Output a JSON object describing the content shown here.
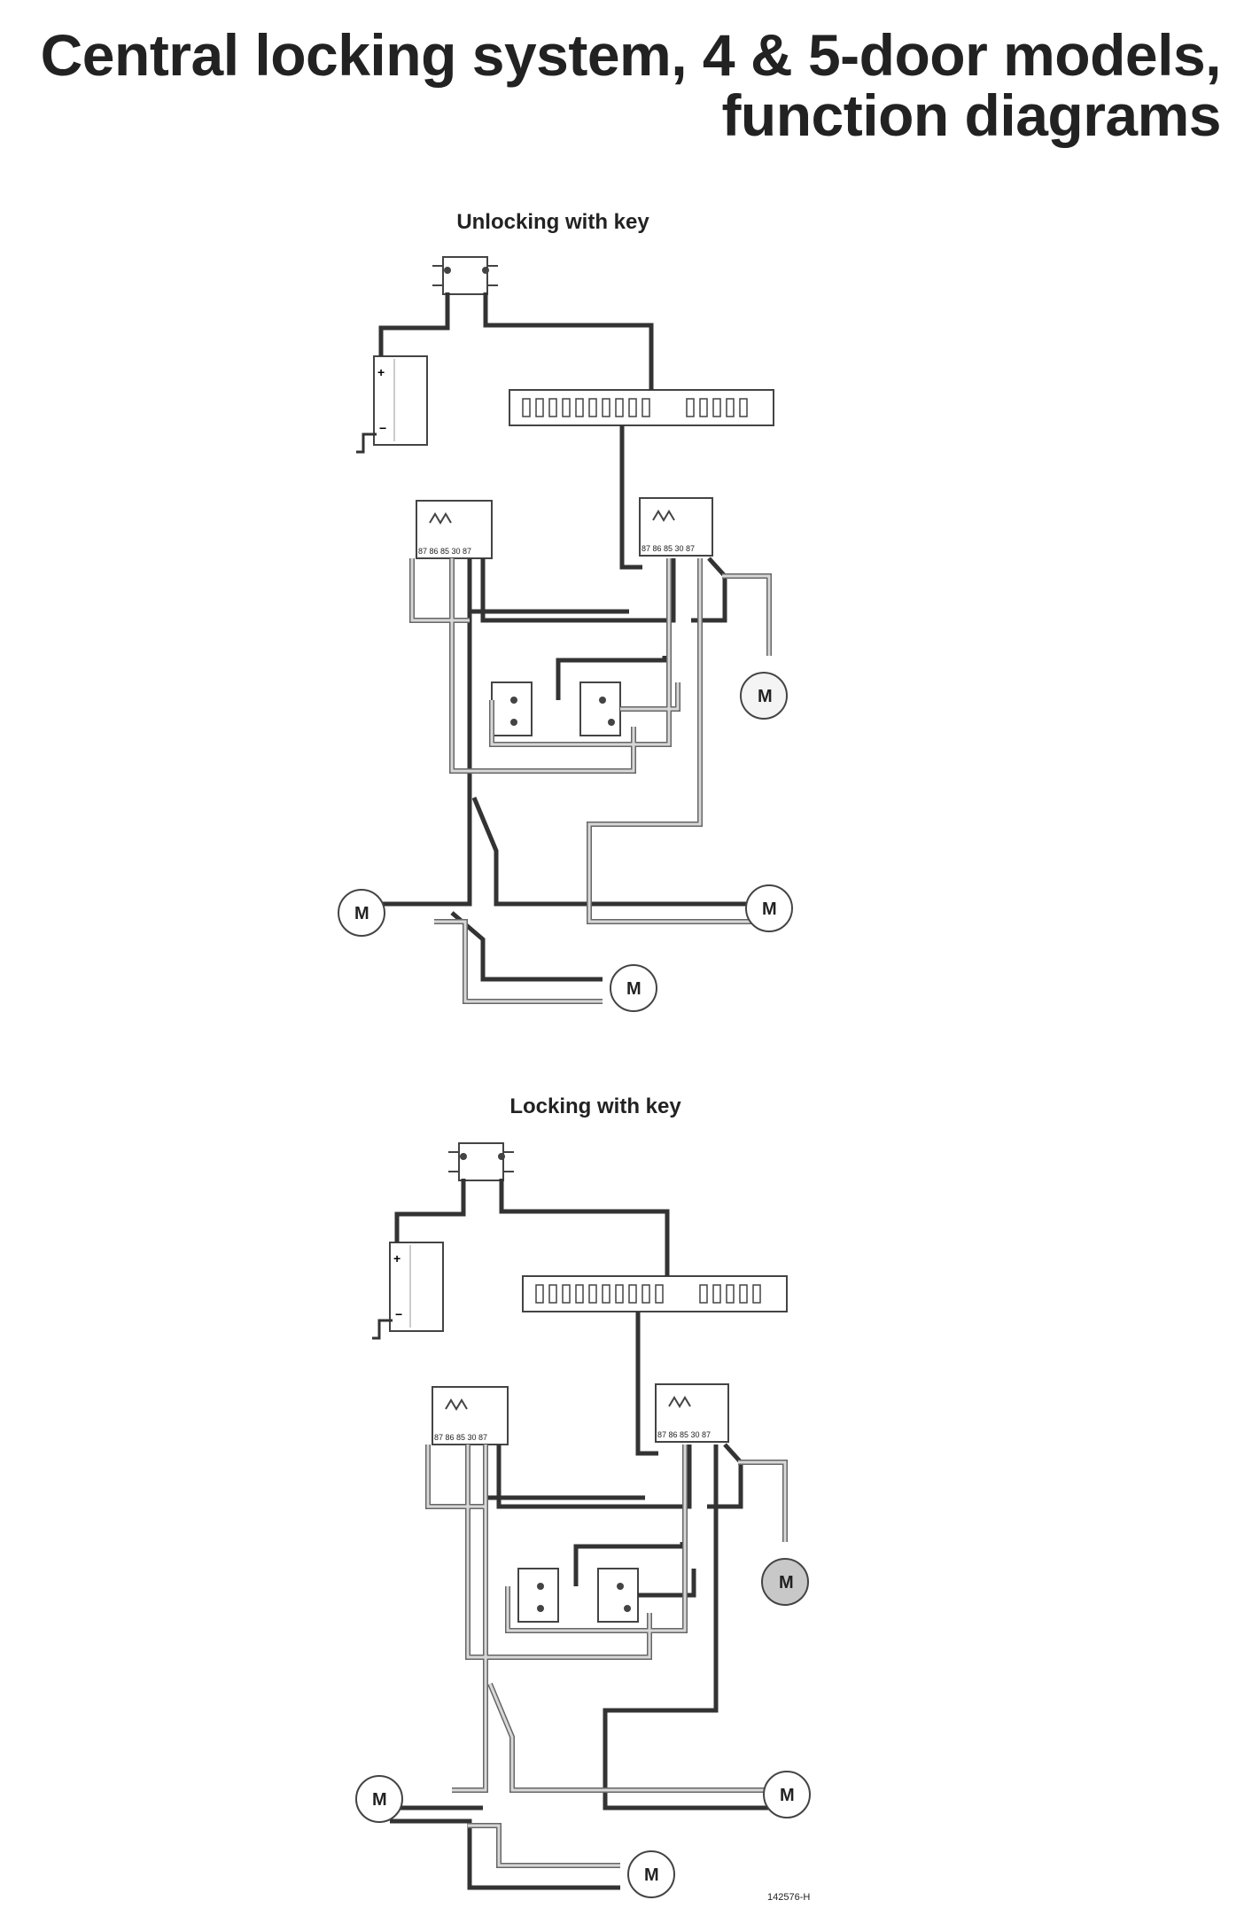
{
  "title": {
    "line1": "Central locking system, 4 & 5-door models,",
    "line2": "function diagrams"
  },
  "diagrams": [
    {
      "caption": "Unlocking with key"
    },
    {
      "caption": "Locking with key"
    }
  ],
  "motor_label": "M",
  "relay_pins": "87 86 85 30 87",
  "battery_plus": "+",
  "battery_minus": "−",
  "reference_code": "142576-H",
  "colors": {
    "wire_dark": "#333333",
    "wire_light": "#cfcfcf",
    "outline": "#444444"
  }
}
